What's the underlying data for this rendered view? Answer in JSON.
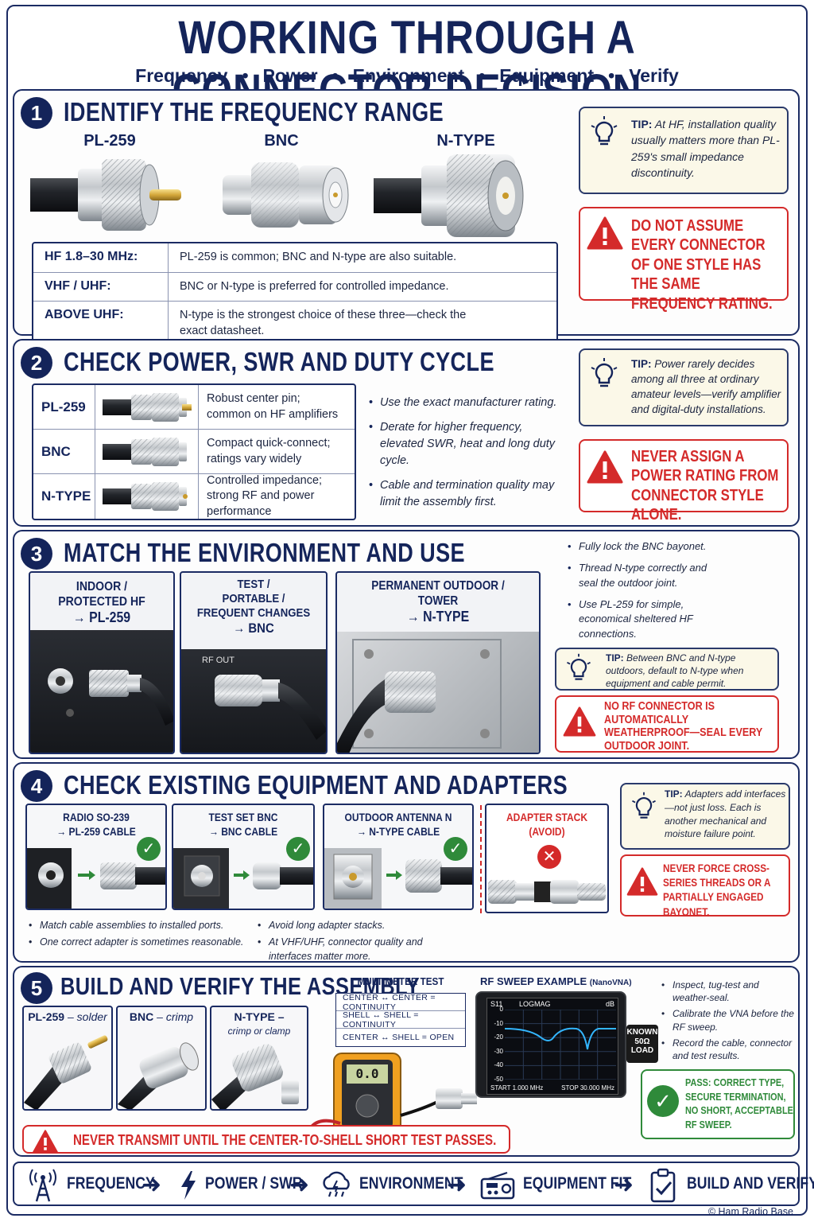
{
  "header": {
    "title": "WORKING THROUGH A CONNECTOR DECISION",
    "subtitle_items": [
      "Frequency",
      "Power",
      "Environment",
      "Equipment",
      "Verify"
    ]
  },
  "s1": {
    "num": "1",
    "title": "IDENTIFY THE FREQUENCY RANGE",
    "connectors": [
      "PL-259",
      "BNC",
      "N-TYPE"
    ],
    "rows": [
      {
        "k": "HF 1.8–30 MHz:",
        "v": "PL-259 is common; BNC and N-type are also suitable."
      },
      {
        "k": "VHF / UHF:",
        "v": "BNC or N-type is preferred for controlled impedance."
      },
      {
        "k": "ABOVE UHF:",
        "v": "N-type is the strongest choice of these three—check the exact datasheet."
      }
    ],
    "tip_label": "TIP:",
    "tip": "At HF, installation quality usually matters more than PL-259's small impedance discontinuity.",
    "warning": "DO NOT ASSUME EVERY CONNECTOR OF ONE STYLE HAS THE SAME FREQUENCY RATING."
  },
  "s2": {
    "num": "2",
    "title": "CHECK POWER, SWR AND DUTY CYCLE",
    "rows": [
      {
        "k": "PL-259",
        "v": "Robust center pin; common on HF amplifiers"
      },
      {
        "k": "BNC",
        "v": "Compact quick-connect; ratings vary widely"
      },
      {
        "k": "N-TYPE",
        "v": "Controlled impedance; strong RF and power performance"
      }
    ],
    "bullets": [
      "Use the exact manufacturer rating.",
      "Derate for higher frequency, elevated SWR, heat and long duty cycle.",
      "Cable and termination quality may limit the assembly first."
    ],
    "tip_label": "TIP:",
    "tip": "Power rarely decides among all three at ordinary amateur levels—verify amplifier and digital-duty installations.",
    "warning": "NEVER ASSIGN A POWER RATING FROM CONNECTOR STYLE ALONE."
  },
  "s3": {
    "num": "3",
    "title": "MATCH THE ENVIRONMENT AND USE",
    "photos": [
      {
        "cap1": "INDOOR /",
        "cap2": "PROTECTED HF",
        "cap3": "→ PL-259"
      },
      {
        "cap1": "TEST /",
        "cap2": "PORTABLE /",
        "cap2b": "FREQUENT CHANGES",
        "cap3": "→ BNC",
        "panel": "RF OUT"
      },
      {
        "cap1": "PERMANENT OUTDOOR /",
        "cap2": "TOWER",
        "cap3": "→ N-TYPE"
      }
    ],
    "bullets": [
      "Fully lock the BNC bayonet.",
      "Thread N-type correctly and seal the outdoor joint.",
      "Use PL-259 for simple, economical sheltered HF connections."
    ],
    "tip_label": "TIP:",
    "tip": "Between BNC and N-type outdoors, default to N-type when equipment and cable permit.",
    "warning": "NO RF CONNECTOR IS AUTOMATICALLY WEATHERPROOF—SEAL EVERY OUTDOOR JOINT."
  },
  "s4": {
    "num": "4",
    "title": "CHECK EXISTING EQUIPMENT AND ADAPTERS",
    "cards": [
      {
        "l1": "RADIO SO-239",
        "l2": "→ PL-259 CABLE"
      },
      {
        "l1": "TEST SET BNC",
        "l2": "→ BNC CABLE"
      },
      {
        "l1": "OUTDOOR ANTENNA N",
        "l2": "→ N-TYPE CABLE"
      }
    ],
    "avoid": {
      "l1": "ADAPTER STACK",
      "l2": "(AVOID)"
    },
    "bullets_left": [
      "Match cable assemblies to installed ports.",
      "One correct adapter is sometimes reasonable."
    ],
    "bullets_right": [
      "Avoid long adapter stacks.",
      "At VHF/UHF, connector quality and interfaces matter more."
    ],
    "tip_label": "TIP:",
    "tip": "Adapters add interfaces—not just loss. Each is another mechanical and moisture failure point.",
    "warning": "NEVER FORCE CROSS-SERIES THREADS OR A PARTIALLY ENGAGED BAYONET."
  },
  "s5": {
    "num": "5",
    "title": "BUILD AND VERIFY THE ASSEMBLY",
    "assemblies": [
      {
        "name": "PL-259",
        "method": "– solder"
      },
      {
        "name": "BNC",
        "method": "– crimp"
      },
      {
        "name": "N-TYPE –",
        "method": "crimp or clamp"
      }
    ],
    "multimeter_title": "MULTIMETER TEST",
    "multimeter_rows": [
      "CENTER ↔ CENTER = CONTINUITY",
      "SHELL ↔ SHELL = CONTINUITY",
      "CENTER ↔ SHELL = OPEN"
    ],
    "meter_display": "0.0",
    "sweep_title": "RF SWEEP EXAMPLE",
    "sweep_sub": "(NanoVNA)",
    "vna": {
      "trace": "S11",
      "mode": "LOGMAG",
      "unit": "dB",
      "start": "START  1.000 MHz",
      "stop": "STOP  30.000 MHz",
      "yticks": [
        "0",
        "-10",
        "-20",
        "-30",
        "-40",
        "-50"
      ]
    },
    "load_label": [
      "KNOWN",
      "50Ω",
      "LOAD"
    ],
    "bullets": [
      "Inspect, tug-test and weather-seal.",
      "Calibrate the VNA before the RF sweep.",
      "Record the cable, connector and test results."
    ],
    "pass": "PASS: CORRECT TYPE, SECURE TERMINATION, NO SHORT, ACCEPTABLE RF SWEEP.",
    "warning": "NEVER TRANSMIT UNTIL THE CENTER-TO-SHELL SHORT TEST PASSES."
  },
  "footer": {
    "steps": [
      "FREQUENCY",
      "POWER / SWR",
      "ENVIRONMENT",
      "EQUIPMENT FIT",
      "BUILD AND VERIFY"
    ],
    "copyright": "© Ham Radio Base"
  },
  "colors": {
    "navy": "#14245a",
    "warning_red": "#d42a2a",
    "pass_green": "#2f8a3a",
    "tip_bg": "#fbf8e8"
  },
  "icons": [
    "bulb-icon",
    "warning-triangle-icon",
    "checkmark-icon",
    "x-icon",
    "antenna-icon",
    "lightning-icon",
    "cloud-rain-icon",
    "radio-icon",
    "clipboard-check-icon"
  ]
}
